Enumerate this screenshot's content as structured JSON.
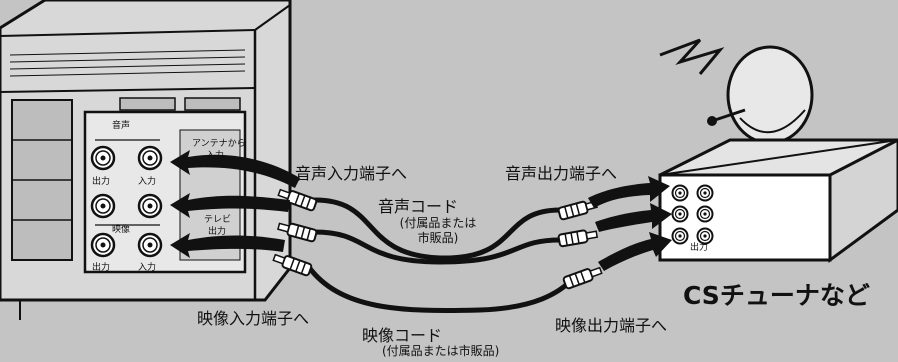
{
  "labels": {
    "audio_in": "音声入力端子へ",
    "audio_out": "音声出力端子へ",
    "audio_cord": "音声コード",
    "audio_cord_note_1": "(付属品または",
    "audio_cord_note_2": "市販品)",
    "video_in": "映像入力端子へ",
    "video_out": "映像出力端子へ",
    "video_cord": "映像コード",
    "video_cord_note": "(付属品または市販品)",
    "device_name": "CSチューナなど"
  },
  "panel": {
    "audio": "音声",
    "video": "映像",
    "out1": "出力",
    "in1": "入力",
    "out2": "出力",
    "in2": "入力",
    "antenna_1": "アンテナから",
    "antenna_2": "入力",
    "tv_1": "テレビ",
    "tv_2": "出力"
  },
  "tuner_panel": {
    "out": "出力"
  }
}
